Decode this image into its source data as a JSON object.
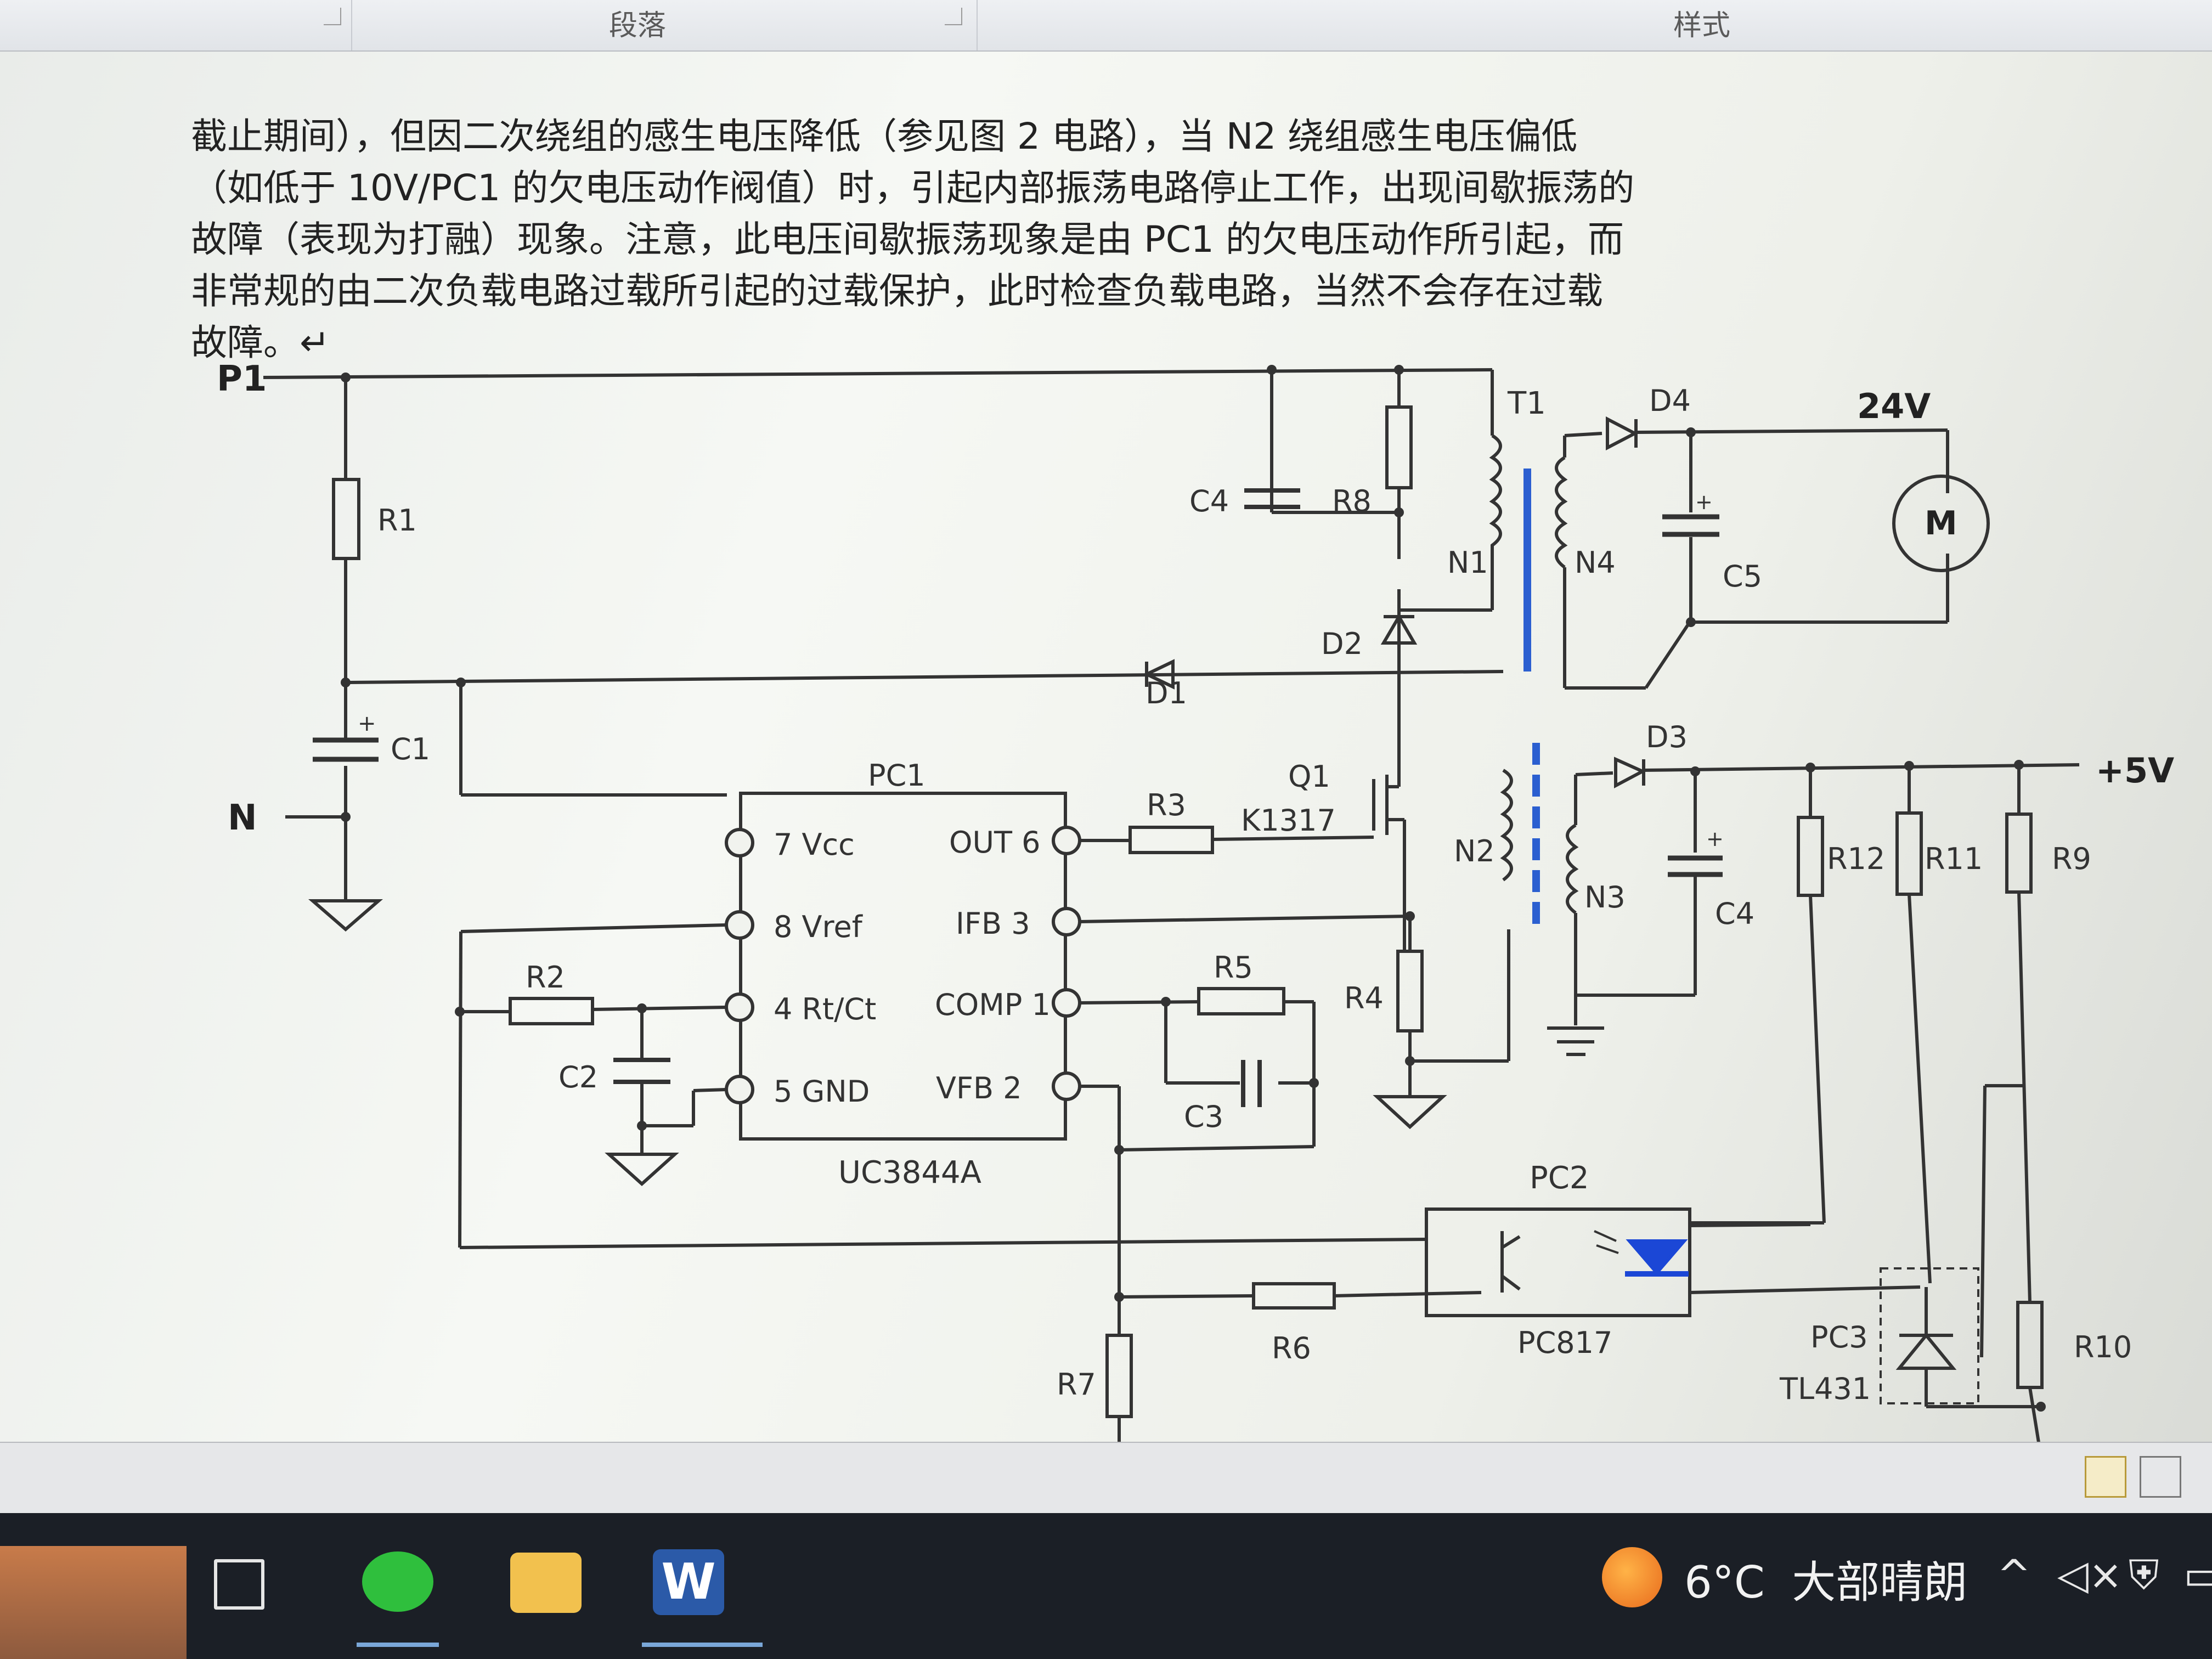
{
  "ribbon": {
    "paragraph_group": "段落",
    "styles_group": "样式"
  },
  "document": {
    "paragraph": [
      "截止期间），但因二次绕组的感生电压降低（参见图 2 电路），当 N2 绕组感生电压偏低",
      "（如低于 10V/PC1 的欠电压动作阀值）时，引起内部振荡电路停止工作，出现间歇振荡的",
      "故障（表现为打融）现象。注意，此电压间歇振荡现象是由 PC1 的欠电压动作所引起，而",
      "非常规的由二次负载电路过载所引起的过载保护，此时检查负载电路，当然不会存在过载",
      "故障。↵"
    ]
  },
  "circuit": {
    "nodes": {
      "P1": "P1",
      "N": "N",
      "out24": "24V",
      "out5": "+5V"
    },
    "components": {
      "R1": "R1",
      "C1": "C1",
      "C4a": "C4",
      "R8": "R8",
      "D2": "D2",
      "D1": "D1",
      "T1": "T1",
      "N1": "N1",
      "N4": "N4",
      "D4": "D4",
      "C5": "C5",
      "motor": "M",
      "Q1": "Q1",
      "Q1_part": "K1317",
      "R3": "R3",
      "N2": "N2",
      "N3": "N3",
      "D3": "D3",
      "C4b": "C4",
      "R12": "R12",
      "R11": "R11",
      "R9": "R9",
      "R4": "R4",
      "R5": "R5",
      "C3": "C3",
      "R2": "R2",
      "C2": "C2",
      "PC1": "PC1",
      "PC1_part": "UC3844A",
      "PC2": "PC2",
      "PC2_part": "PC817",
      "R6": "R6",
      "R7": "R7",
      "PC3": "PC3",
      "PC3_part": "TL431",
      "R10": "R10"
    },
    "pins": {
      "vcc": "7 Vcc",
      "vref": "8 Vref",
      "rtct": "4 Rt/Ct",
      "gnd": "5 GND",
      "out": "OUT 6",
      "ifb": "IFB 3",
      "comp": "COMP 1",
      "vfb": "VFB 2"
    }
  },
  "taskbar": {
    "weather": "6°C",
    "weather_desc": "大部晴朗",
    "icons": [
      "task-view-icon",
      "wechat-icon",
      "file-explorer-icon",
      "word-icon"
    ]
  },
  "colors": {
    "transformer_core": "#2b5fd0",
    "optocoupler_led": "#1b47d6",
    "circuit_ink": "#333333",
    "taskbar_bg": "#1b1f26"
  }
}
